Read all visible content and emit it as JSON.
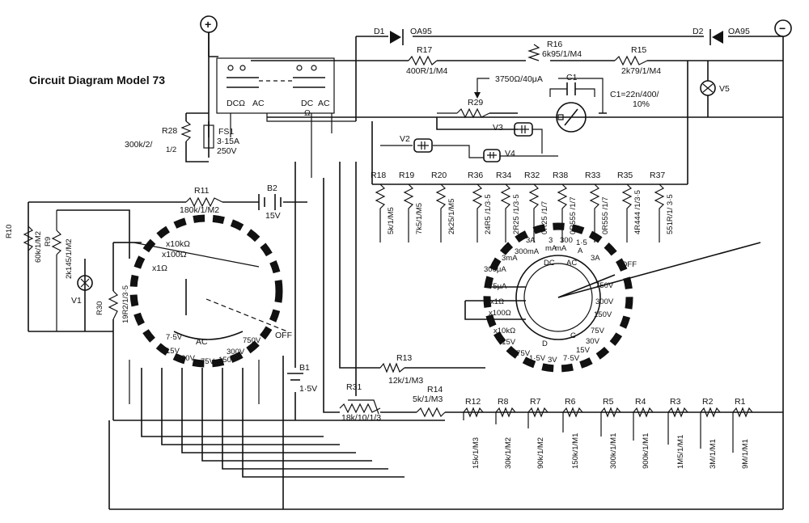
{
  "title": "Circuit Diagram Model 73",
  "terminals": {
    "plus": "+",
    "minus": "−"
  },
  "top": {
    "d1": "D1",
    "d1_type": "OA95",
    "d2": "D2",
    "d2_type": "OA95",
    "r16": "R16",
    "r16_val": "6k95/1/M4",
    "r17": "R17",
    "r17_val": "400R/1/M4",
    "r15": "R15",
    "r15_val": "2k79/1/M4",
    "v5": "V5",
    "meter_spec": "3750Ω/40μA",
    "r29": "R29",
    "c1": "C1",
    "c1_val_a": "C1=22n/400/",
    "c1_val_b": "10%",
    "v2": "V2",
    "v3": "V3",
    "v4": "V4"
  },
  "switch": {
    "dc_left": "DCΩ",
    "ac_left": "AC",
    "dc_right": "DC",
    "ohm_right": "Ω",
    "ac_right": "AC"
  },
  "fuse": {
    "r28": "R28",
    "r28_val_a": "300k/2/",
    "r28_val_b": "1/2",
    "fs1": "FS1",
    "fs1_a": "3·15A",
    "fs1_b": "250V"
  },
  "shunts": [
    {
      "name": "R18",
      "val": "5k/1/M5"
    },
    {
      "name": "R19",
      "val": "7k5/1/M5"
    },
    {
      "name": "R20",
      "val": "2k25/1/M5"
    },
    {
      "name": "R36",
      "val": "24R5 /1/3·5"
    },
    {
      "name": "R34",
      "val": "2R25 /1/3·5"
    },
    {
      "name": "R32",
      "val": "0R25 /1/7"
    },
    {
      "name": "R38",
      "val": "0R555 /1/7"
    },
    {
      "name": "R33",
      "val": "0R555 /1/7"
    },
    {
      "name": "R35",
      "val": "4R444 /1/3·5"
    },
    {
      "name": "R37",
      "val": "551R/1/ 3·5"
    }
  ],
  "left": {
    "r11": "R11",
    "r11_val": "180k/1/M2",
    "b2": "B2",
    "b2_val": "15V",
    "r10": "R10",
    "r10_val": "60k/1/M2",
    "r9": "R9",
    "r9_val": "2k145/1/M2",
    "v1": "V1",
    "r30": "R30",
    "r30_val": "19R2/1/3·5",
    "x10k": "x10kΩ",
    "x100": "x100Ω",
    "x1": "x1Ω",
    "ac": "AC",
    "off": "OFF",
    "ranges": [
      "7·5V",
      "15V",
      "30V",
      "75V",
      "150",
      "300V",
      "750V"
    ]
  },
  "battery_b1": {
    "name": "B1",
    "val": "1·5V"
  },
  "middle": {
    "r13": "R13",
    "r13_val": "12k/1/M3",
    "r14": "R14",
    "r14_val": "5k/1/M3",
    "r31": "R31",
    "r31_val": "18k/10/1/3"
  },
  "right_switch": {
    "labels": [
      "3mA",
      "300μA",
      "75μA",
      "x1Ω",
      "x100Ω",
      "x10kΩ",
      "·15V",
      "·75V",
      "1·5V",
      "3V",
      "7·5V",
      "15V",
      "30V",
      "75V",
      "150V",
      "300V",
      "750V",
      "OFF",
      "3A",
      "300mA",
      "3",
      "mA",
      "300",
      "mA",
      "1·5",
      "A",
      "3A"
    ],
    "dc": "DC",
    "ac": "AC",
    "d": "D",
    "c": "C"
  },
  "bottom_resistors": [
    {
      "name": "R12",
      "val": "15k/1/M3"
    },
    {
      "name": "R8",
      "val": "30k/1/M2"
    },
    {
      "name": "R7",
      "val": "90k/1/M2"
    },
    {
      "name": "R6",
      "val": "150k/1/M1"
    },
    {
      "name": "R5",
      "val": "300k/1/M1"
    },
    {
      "name": "R4",
      "val": "900k/1/M1"
    },
    {
      "name": "R3",
      "val": "1M5/1/M1"
    },
    {
      "name": "R2",
      "val": "3M/1/M1"
    },
    {
      "name": "R1",
      "val": "9M/1/M1"
    }
  ]
}
